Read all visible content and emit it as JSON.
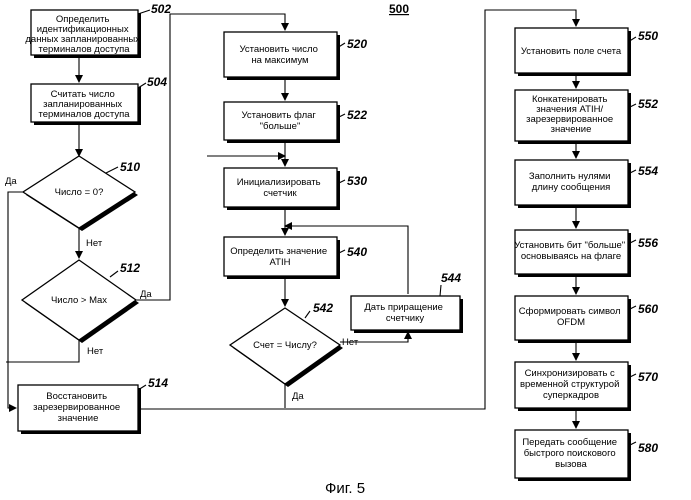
{
  "figure_label": "500",
  "caption": "Фиг. 5",
  "nodes": {
    "n502": {
      "ref": "502",
      "lines": [
        "Определить",
        "идентификационных",
        "данных запланированных",
        "терминалов доступа"
      ]
    },
    "n504": {
      "ref": "504",
      "lines": [
        "Считать число",
        "запланированных",
        "терминалов доступа"
      ]
    },
    "n510": {
      "ref": "510",
      "lines": [
        "Число = 0?"
      ]
    },
    "n512": {
      "ref": "512",
      "lines": [
        "Число > Max"
      ]
    },
    "n514": {
      "ref": "514",
      "lines": [
        "Восстановить",
        "зарезервированное",
        "значение"
      ]
    },
    "n520": {
      "ref": "520",
      "lines": [
        "Установить число",
        "на максимум"
      ]
    },
    "n522": {
      "ref": "522",
      "lines": [
        "Установить флаг",
        "\"больше\""
      ]
    },
    "n530": {
      "ref": "530",
      "lines": [
        "Инициализировать",
        "счетчик"
      ]
    },
    "n540": {
      "ref": "540",
      "lines": [
        "Определить значение",
        "ATIH"
      ]
    },
    "n542": {
      "ref": "542",
      "lines": [
        "Счет = Числу?"
      ]
    },
    "n544": {
      "ref": "544",
      "lines": [
        "Дать приращение",
        "счетчику"
      ]
    },
    "n550": {
      "ref": "550",
      "lines": [
        "Установить поле счета"
      ]
    },
    "n552": {
      "ref": "552",
      "lines": [
        "Конкатенировать",
        "значения ATIH/",
        "зарезервированное",
        "значение"
      ]
    },
    "n554": {
      "ref": "554",
      "lines": [
        "Заполнить нулями",
        "длину сообщения"
      ]
    },
    "n556": {
      "ref": "556",
      "lines": [
        "Установить бит \"больше\"",
        "основываясь на флаге"
      ]
    },
    "n560": {
      "ref": "560",
      "lines": [
        "Сформировать символ",
        "OFDM"
      ]
    },
    "n570": {
      "ref": "570",
      "lines": [
        "Синхронизировать с",
        "временной структурой",
        "суперкадров"
      ]
    },
    "n580": {
      "ref": "580",
      "lines": [
        "Передать сообщение",
        "быстрого поискового",
        "вызова"
      ]
    }
  },
  "edge_labels": {
    "yes_510": "Да",
    "no_510": "Нет",
    "yes_512": "Да",
    "no_512": "Нет",
    "no_542": "Нет",
    "yes_542": "Да"
  }
}
